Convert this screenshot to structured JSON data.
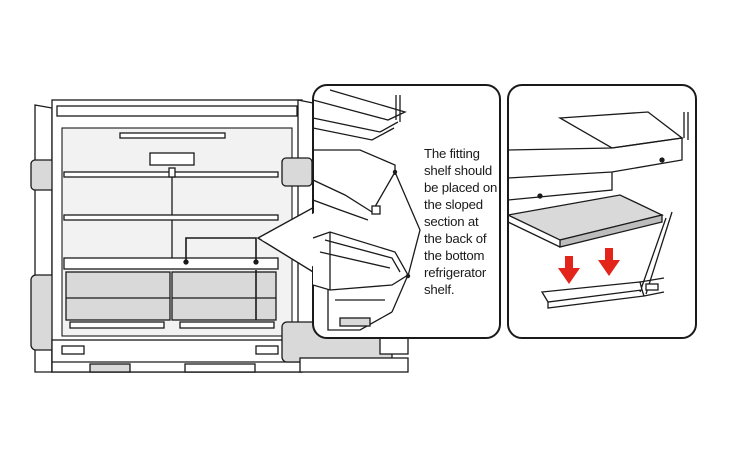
{
  "caption": {
    "lines": [
      "The fitting",
      "shelf should",
      "be placed on",
      "the sloped",
      "section at",
      "the back of",
      "the bottom",
      "refrigerator",
      "shelf."
    ]
  },
  "colors": {
    "line": "#1a1a1a",
    "shade": "#d9d9d9",
    "shade_dark": "#bdbdbd",
    "arrow": "#e3241b"
  },
  "icons": [
    "arrow-down-icon",
    "arrow-down-icon"
  ]
}
